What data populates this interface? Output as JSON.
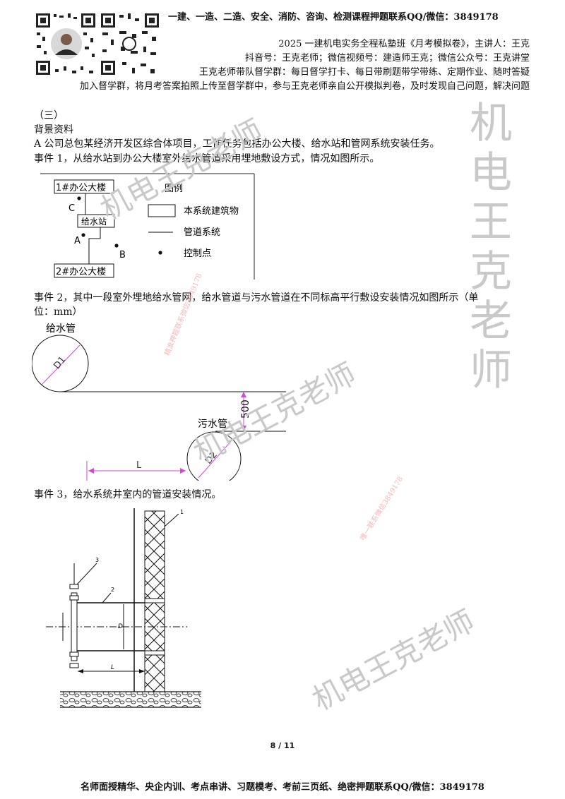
{
  "header": {
    "line1": "一建、一造、二造、安全、消防、咨询、检测课程押题联系QQ/微信：3849178",
    "line2": "2025 一建机电实务全程私塾班《月考模拟卷》，主讲人：王克",
    "line3": "抖音号：王克老师；微信视频号：建造师王克；微信公众号：王克讲堂",
    "line4": "王克老师带队督学群：每日督学打卡、每日带刷题带学带练、定期作业、随时答疑",
    "line5": "加入督学群，将月考答案拍照上传至督学群中，参与王克老师亲自公开模拟判卷，及时发现自己问题，解决问题"
  },
  "body": {
    "section": "（三）",
    "bg_label": "背景资料",
    "p1": "A 公司总包某经济开发区综合体项目，工作任务包括办公大楼、给水站和管网系统安装任务。",
    "p2": "事件 1，从给水站到办公大楼室外给水管道采用埋地敷设方式，情况如图所示。",
    "p3a": "事件 2，其中一段室外埋地给水管网，给水管道与污水管道在不同标高平行敷设安装情况如图所示（单",
    "p3b": "位：mm）",
    "p4": "事件 3，给水系统井室内的管道安装情况。"
  },
  "fig1": {
    "bldg1": "1#办公大楼",
    "station": "给水站",
    "bldg2": "2#办公大楼",
    "pt_a": "A",
    "pt_b": "B",
    "pt_c": "C",
    "legend_title": "图例",
    "legend_building": "本系统建筑物",
    "legend_pipe": "管道系统",
    "legend_point": "控制点"
  },
  "fig2": {
    "water_pipe": "给水管",
    "sewage_pipe": "污水管",
    "d1": "D1",
    "d2": "D2",
    "gap": "500",
    "l": "L"
  },
  "fig3": {
    "n1": "1",
    "n2": "2",
    "n3": "3",
    "d": "D",
    "l": "L"
  },
  "watermarks": {
    "big": "机电王克老师",
    "red1": "精准押题联系微信3849178",
    "red2": "唯一联系微信3849178"
  },
  "footer": {
    "page": "8 / 11",
    "promo": "名师面授精华、央企内训、考点串讲、习题模考、考前三页纸、绝密押题联系QQ/微信：3849178"
  }
}
